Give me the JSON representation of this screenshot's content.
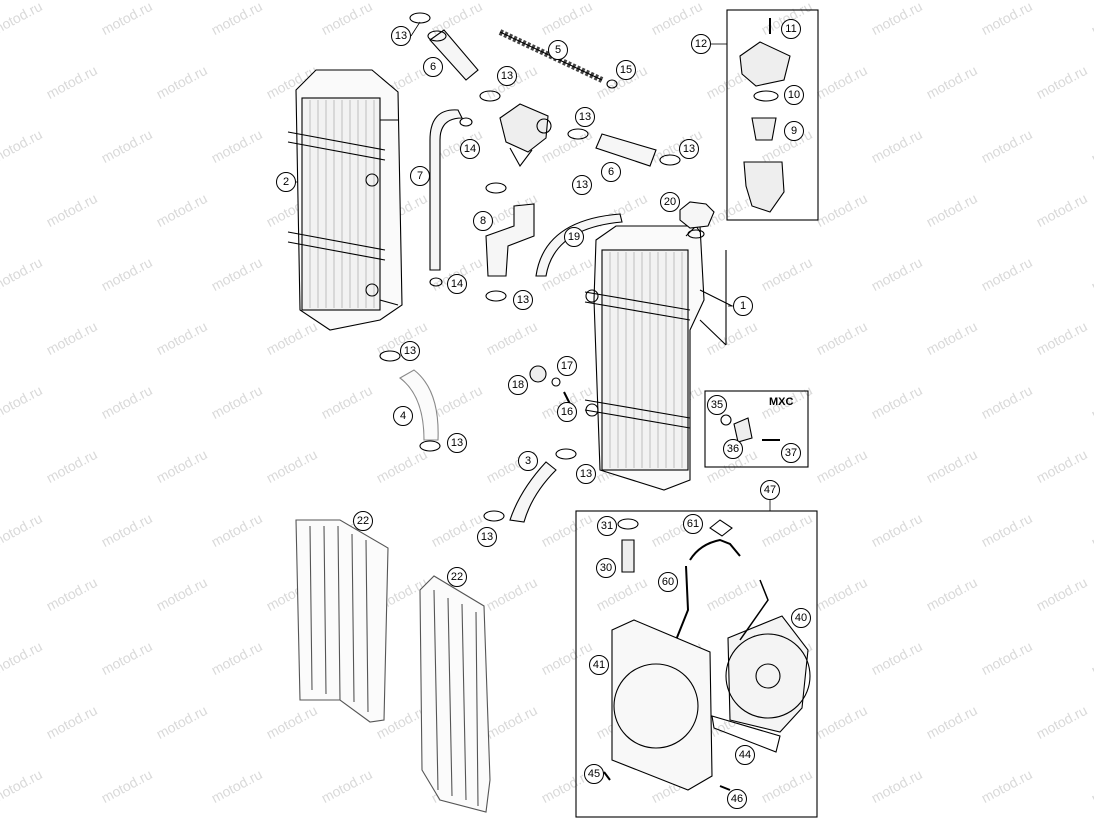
{
  "watermark": "motod.ru",
  "box_label_mxc": "MXC",
  "callouts": {
    "c13a": "13",
    "c6a": "6",
    "c5": "5",
    "c15": "15",
    "c13b": "13",
    "c12": "12",
    "c11": "11",
    "c10": "10",
    "c9": "9",
    "c2": "2",
    "c7": "7",
    "c14a": "14",
    "c13c": "13",
    "c13d": "13",
    "c6b": "6",
    "c13e": "13",
    "c8": "8",
    "c19": "19",
    "c20": "20",
    "c14b": "14",
    "c13f": "13",
    "c1": "1",
    "c13g": "13",
    "c17": "17",
    "c18": "18",
    "c16": "16",
    "c4": "4",
    "c13h": "13",
    "c3": "3",
    "c13i": "13",
    "c13j": "13",
    "c35": "35",
    "c36": "36",
    "c37": "37",
    "c47": "47",
    "c22a": "22",
    "c22b": "22",
    "c31": "31",
    "c61": "61",
    "c30": "30",
    "c60": "60",
    "c40": "40",
    "c41": "41",
    "c44": "44",
    "c45": "45",
    "c46": "46"
  }
}
